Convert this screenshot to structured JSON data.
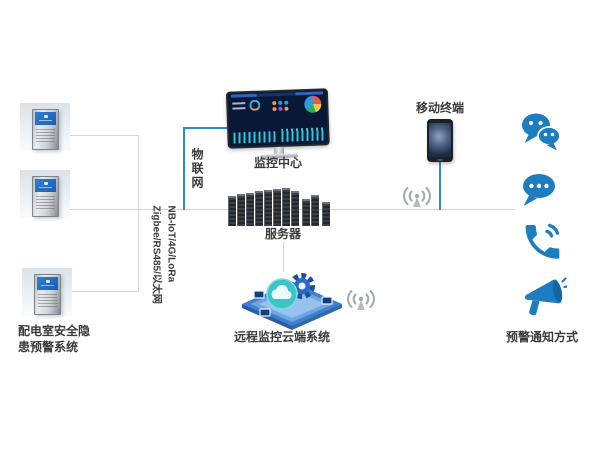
{
  "app": {
    "background": "#ffffff"
  },
  "colors": {
    "accent_blue": "#2b8cc4",
    "icon_blue": "#1e7dc0",
    "line_gray": "#d3d6da",
    "label_dark": "#3b3b3b",
    "signal_gray": "#a3a8ad"
  },
  "left_group": {
    "label_line1": "配电室安全隐",
    "label_line2": "患预警系统",
    "devices": [
      {
        "name": "warning-terminal-1"
      },
      {
        "name": "warning-terminal-2"
      },
      {
        "name": "warning-terminal-3"
      }
    ]
  },
  "network": {
    "iot_label": "物联网",
    "protocols_line1": "NB-IoT/4G/LoRa",
    "protocols_line2": "Zigbee/RS485/以太网"
  },
  "nodes": {
    "monitor_center": "监控中心",
    "server": "服务器",
    "cloud_system": "远程监控云端系统",
    "mobile_terminal": "移动终端"
  },
  "notifications": {
    "label": "预警通知方式",
    "channels": [
      {
        "icon": "wechat-icon"
      },
      {
        "icon": "sms-message-icon"
      },
      {
        "icon": "phone-call-icon"
      },
      {
        "icon": "megaphone-icon"
      }
    ]
  }
}
